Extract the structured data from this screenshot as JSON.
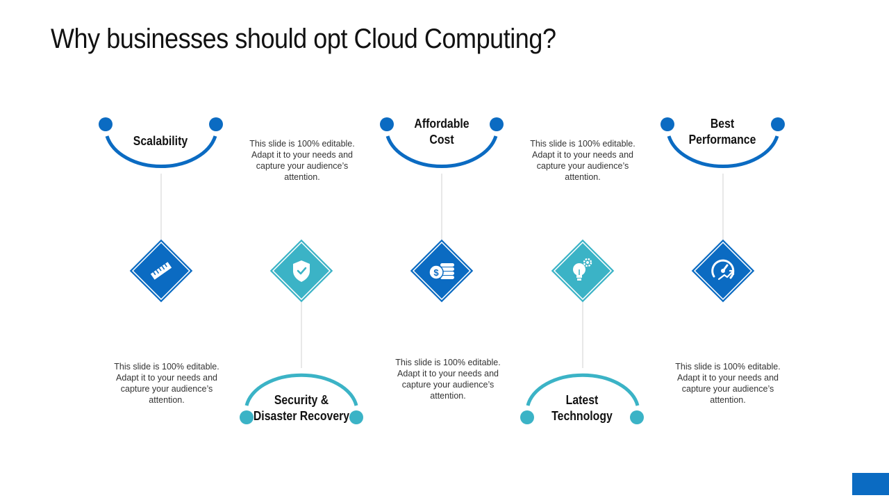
{
  "slide": {
    "title": "Why businesses should opt Cloud Computing?"
  },
  "colors": {
    "dark_blue": "#0b6bc2",
    "teal": "#3bb3c6",
    "connector": "#d0d0d0"
  },
  "items": [
    {
      "label_line1": "Scalability",
      "label_line2": "",
      "icon": "ruler-icon",
      "color": "#0b6bc2",
      "desc": "This slide is 100% editable. Adapt it to your needs and capture your audience’s attention."
    },
    {
      "label_line1": "Security &",
      "label_line2": "Disaster Recovery",
      "icon": "shield-check-icon",
      "color": "#3bb3c6",
      "desc": "This slide is 100% editable. Adapt it to your needs and capture your audience’s attention."
    },
    {
      "label_line1": "Affordable",
      "label_line2": "Cost",
      "icon": "dollar-coins-icon",
      "color": "#0b6bc2",
      "desc": "This slide is 100% editable. Adapt it to your needs and capture your audience’s attention."
    },
    {
      "label_line1": "Latest",
      "label_line2": "Technology",
      "icon": "lightbulb-gear-icon",
      "color": "#3bb3c6",
      "desc": "This slide is 100% editable. Adapt it to your needs and capture your audience’s attention."
    },
    {
      "label_line1": "Best",
      "label_line2": "Performance",
      "icon": "speedometer-icon",
      "color": "#0b6bc2",
      "desc": "This slide is 100% editable. Adapt it to your needs and capture your audience’s attention."
    }
  ]
}
